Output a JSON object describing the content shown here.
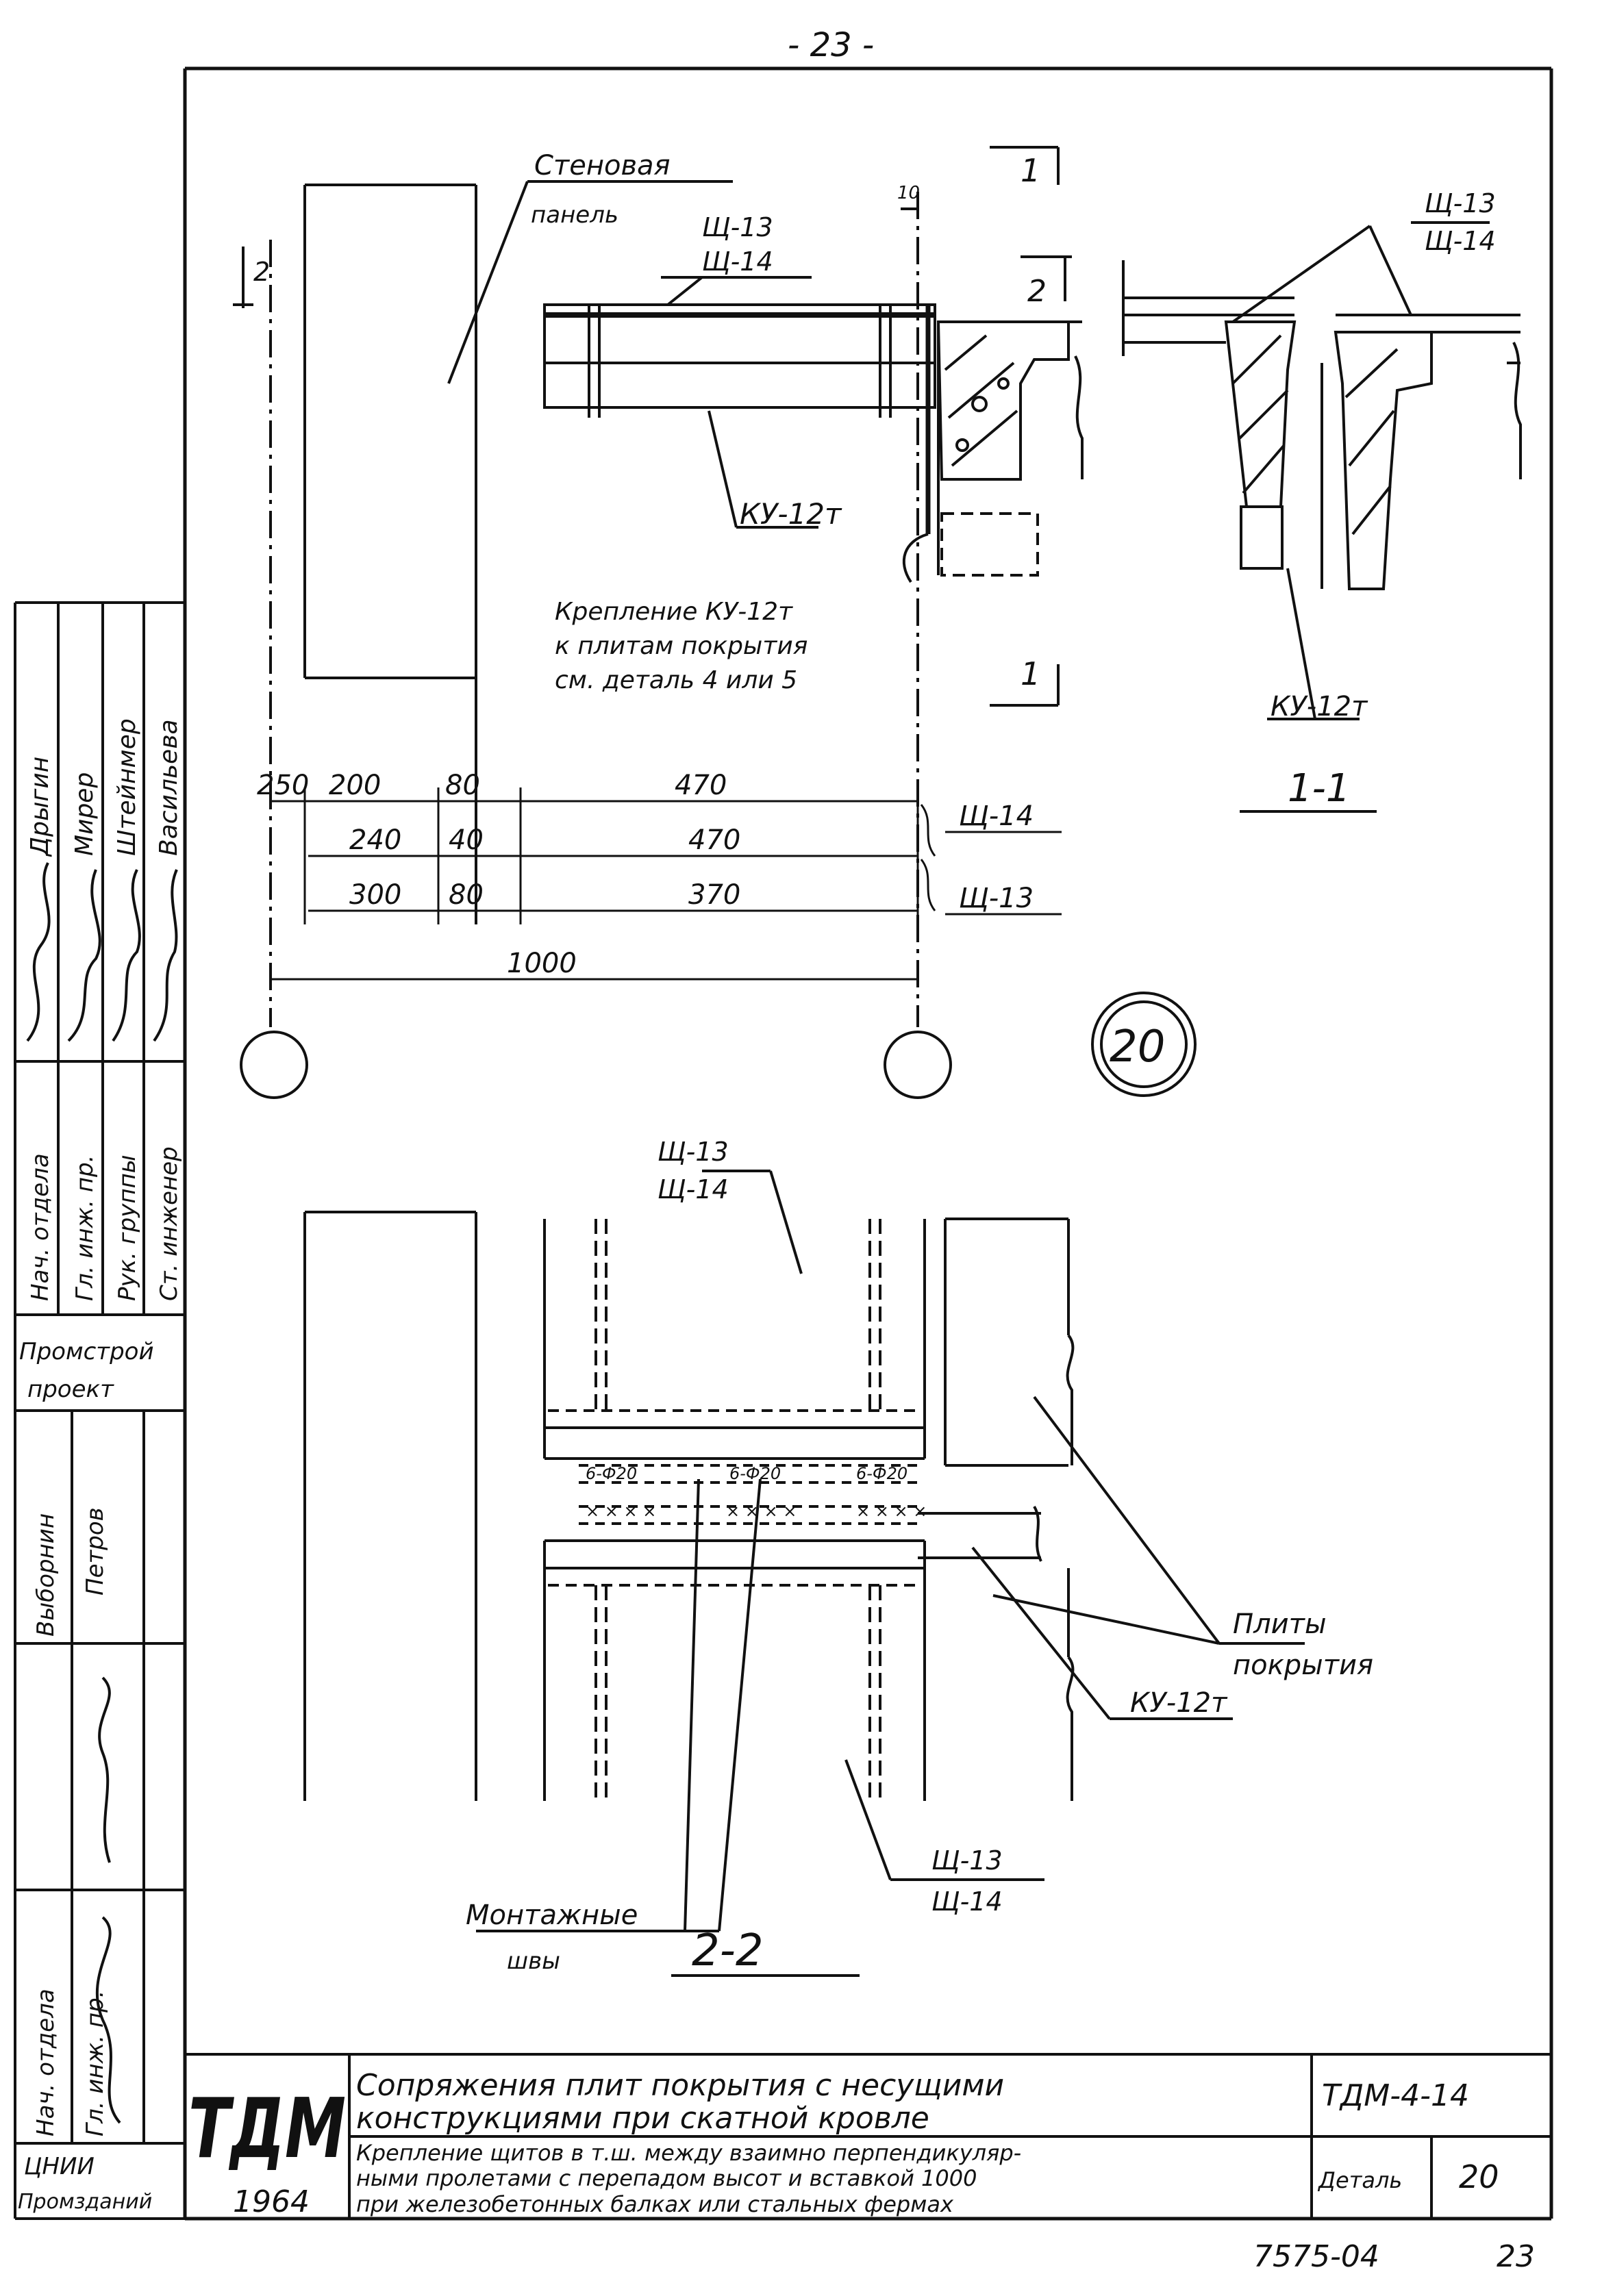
{
  "page_number": "- 23 -",
  "drawing": {
    "wall_panel_label": [
      "Стеновая",
      "панель"
    ],
    "shield_pair": {
      "top": "Щ-13",
      "bottom": "Щ-14"
    },
    "section_marks": {
      "one": "1",
      "two": "2",
      "h10": "10"
    },
    "ku_label": "КУ-12т",
    "fastening_note": [
      "Крепление КУ-12т",
      "к плитам покрытия",
      "см. деталь 4 или 5"
    ],
    "section_1_1_title": "1-1",
    "section_2_2_title": "2-2",
    "detail_badge": "20",
    "dims": {
      "row1": [
        "250",
        "200",
        "80",
        "470"
      ],
      "row1_tag": "Щ-14",
      "row2": [
        "240",
        "40",
        "470"
      ],
      "row3": [
        "300",
        "80",
        "370"
      ],
      "row3_tag": "Щ-13",
      "total": "1000"
    },
    "plan_bolts": [
      "6-Ф20",
      "6-Ф20",
      "6-Ф20"
    ],
    "plates_label": [
      "Плиты",
      "покрытия"
    ],
    "mounting_seams": [
      "Монтажные",
      "швы"
    ]
  },
  "stamp": {
    "side_rows": [
      {
        "role": "Нач. отдела",
        "sign": "Дрыгин"
      },
      {
        "role": "Гл. инж. пр.",
        "sign": "Мирер"
      },
      {
        "role": "Рук. группы",
        "sign": "Штейнмер"
      },
      {
        "role": "Ст. инженер",
        "sign": "Васильева"
      }
    ],
    "org": [
      "Промстрой",
      "проект"
    ],
    "side_rows_2": [
      {
        "role": "Нач. отдела",
        "sign": "Выборнин"
      },
      {
        "role": "Гл. инж. пр.",
        "sign": "Петров"
      }
    ],
    "bottom_left": [
      "ЦНИИ",
      "Промзданий"
    ],
    "logo": "ТДМ",
    "year": "1964",
    "title": [
      "Сопряжения плит покрытия с несущими",
      "конструкциями при скатной кровле"
    ],
    "subtitle": [
      "Крепление щитов в т.ш. между взаимно перпендикуляр-",
      "ными пролетами с перепадом высот и вставкой 1000",
      "при железобетонных балках или стальных фермах"
    ],
    "code": "ТДМ-4-14",
    "detail_label": "Деталь",
    "detail_no": "20",
    "sheet_code": "7575-04",
    "sheet_no": "23"
  }
}
